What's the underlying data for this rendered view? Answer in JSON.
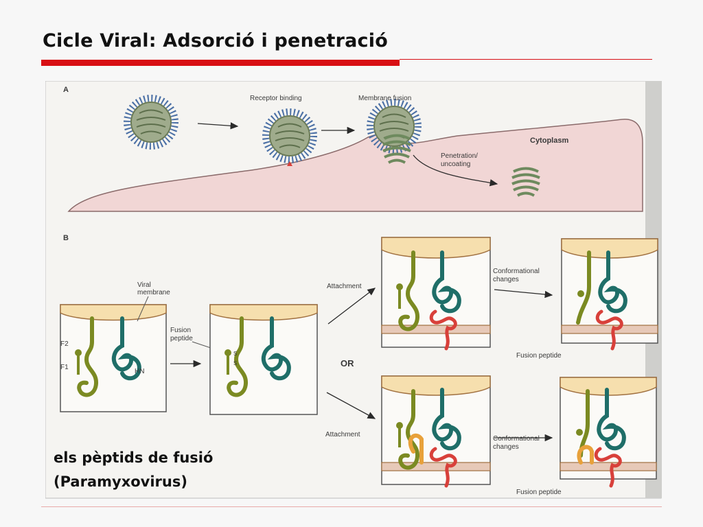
{
  "slide": {
    "title": "Cicle Viral: Adsorció i penetració",
    "caption_line1": "els pèptids de fusió",
    "caption_line2": "(Paramyxovirus)"
  },
  "panel_a": {
    "label": "A",
    "receptor_binding": "Receptor binding",
    "membrane_fusion": "Membrane fusion",
    "cytoplasm": "Cytoplasm",
    "penetration_line1": "Penetration/",
    "penetration_line2": "uncoating"
  },
  "panel_b": {
    "label": "B",
    "viral_membrane_line1": "Viral",
    "viral_membrane_line2": "membrane",
    "f2": "F2",
    "f1": "F1",
    "hn": "HN",
    "fusion_peptide_line1": "Fusion",
    "fusion_peptide_line2": "peptide",
    "or": "OR",
    "attachment_top": "Attachment",
    "attachment_bottom": "Attachment",
    "conformational_top_line1": "Conformational",
    "conformational_top_line2": "changes",
    "conformational_bottom_line1": "Conformational",
    "conformational_bottom_line2": "changes",
    "fusion_peptide_top": "Fusion peptide",
    "fusion_peptide_bottom": "Fusion peptide",
    "s": "S"
  },
  "colors": {
    "accent": "#d80f14",
    "cell": "#f1d6d5",
    "viral_membrane": "#f6dfae",
    "f_protein": "#7b8a22",
    "hn_protein": "#1f6e68",
    "receptor": "#d8403a",
    "fusion_peptide_orange": "#e8a13a"
  }
}
